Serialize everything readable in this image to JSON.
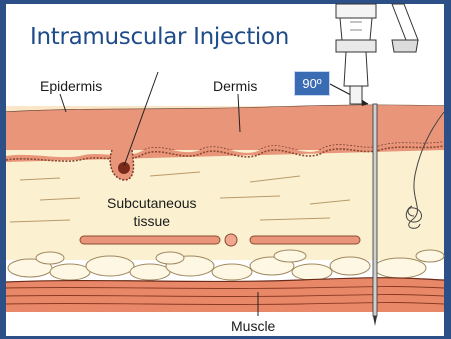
{
  "slide": {
    "title": "Intramuscular Injection",
    "angle_label": "90º",
    "labels": {
      "epidermis": "Epidermis",
      "dermis": "Dermis",
      "subcutaneous_line1": "Subcutaneous",
      "subcutaneous_line2": "tissue",
      "muscle": "Muscle"
    }
  },
  "colors": {
    "background": "#2b4f86",
    "title": "#1e4b8a",
    "dermis": "#e8957a",
    "subcutaneous": "#fbf1d0",
    "muscle": "#e88868",
    "angle_badge": "#3a6cb4"
  },
  "icons": [
    "syringe-icon",
    "needle-icon",
    "hair-follicle-icon",
    "fat-cells-icon",
    "blood-vessel-icon"
  ]
}
